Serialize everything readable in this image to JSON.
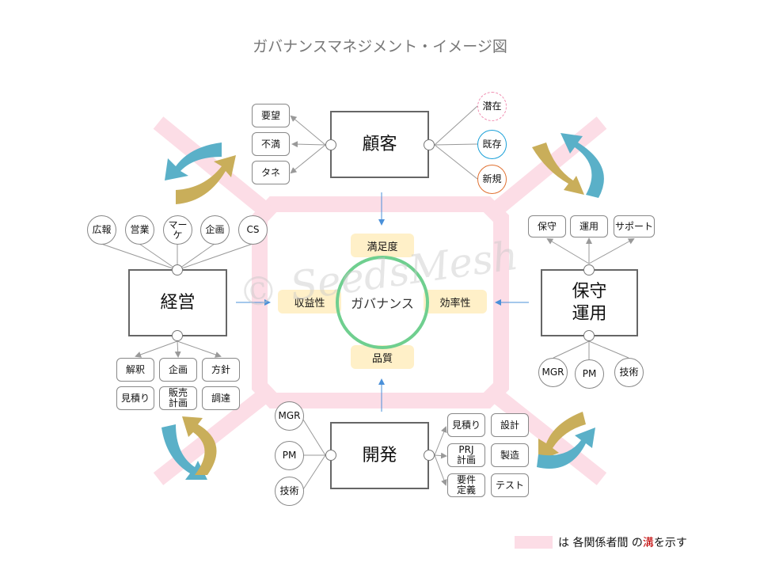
{
  "title": "ガバナンスマネジメント・イメージ図",
  "center": {
    "label": "ガバナンス",
    "top": "満足度",
    "bottom": "品質",
    "left": "収益性",
    "right": "効率性"
  },
  "customer": {
    "label": "顧客",
    "left_items": [
      "要望",
      "不満",
      "タネ"
    ],
    "right_items": [
      "潜在",
      "既存",
      "新規"
    ]
  },
  "management": {
    "label": "経営",
    "top_items": [
      "広報",
      "営業",
      "マー\nケ",
      "企画",
      "CS"
    ],
    "bottom_items": [
      "解釈",
      "企画",
      "方針",
      "見積り",
      "販売\n計画",
      "調達"
    ]
  },
  "operations": {
    "label": "保守\n運用",
    "top_items": [
      "保守",
      "運用",
      "サポート"
    ],
    "bottom_items": [
      "MGR",
      "PM",
      "技術"
    ]
  },
  "development": {
    "label": "開発",
    "left_items": [
      "MGR",
      "PM",
      "技術"
    ],
    "right_items": [
      "見積り",
      "設計",
      "PRJ\n計画",
      "製造",
      "要件\n定義",
      "テスト"
    ]
  },
  "watermark": "© SeedsMesh",
  "legend": {
    "pre": "は 各関係者間 の ",
    "highlight": "溝",
    "post": "を示す"
  },
  "colors": {
    "groove": "#fcdde6",
    "governance_ring": "#6fcf8f",
    "teal_arrow": "#5ab0c8",
    "gold_arrow": "#c9ae5a",
    "potential": "#f08cb0",
    "existing": "#1aa0d8",
    "new": "#e07030"
  }
}
